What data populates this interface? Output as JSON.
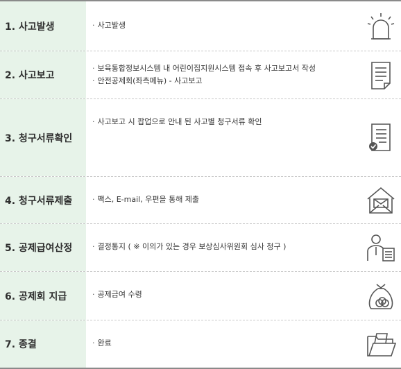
{
  "steps": [
    {
      "label": "1. 사고발생",
      "lines": [
        "사고발생"
      ],
      "icon": "siren-icon"
    },
    {
      "label": "2. 사고보고",
      "lines": [
        "보육통합정보시스템 내 어린이집지원시스템 접속 후 사고보고서 작성",
        "안전공제회(좌측메뉴) - 사고보고"
      ],
      "icon": "document-icon"
    },
    {
      "label": "3. 청구서류확인",
      "lines": [
        "사고보고 시 팝업으로 안내 된 사고별 청구서류 확인"
      ],
      "icon": "document-check-icon"
    },
    {
      "label": "4. 청구서류제출",
      "lines": [
        "팩스, E-mail, 우편을 통해 제출"
      ],
      "icon": "mail-envelope-icon"
    },
    {
      "label": "5. 공제급여산정",
      "lines": [
        "결정통지 ( ※ 이의가 있는 경우 보상심사위원회 심사 청구 )"
      ],
      "icon": "person-document-icon"
    },
    {
      "label": "6. 공제회 지급",
      "lines": [
        "공제급여 수령"
      ],
      "icon": "money-bag-icon"
    },
    {
      "label": "7. 종결",
      "lines": [
        "완료"
      ],
      "icon": "folder-icon"
    }
  ],
  "colors": {
    "step_bg": "#e7f3e9",
    "border": "#8a8a8a",
    "icon": "#555555"
  }
}
